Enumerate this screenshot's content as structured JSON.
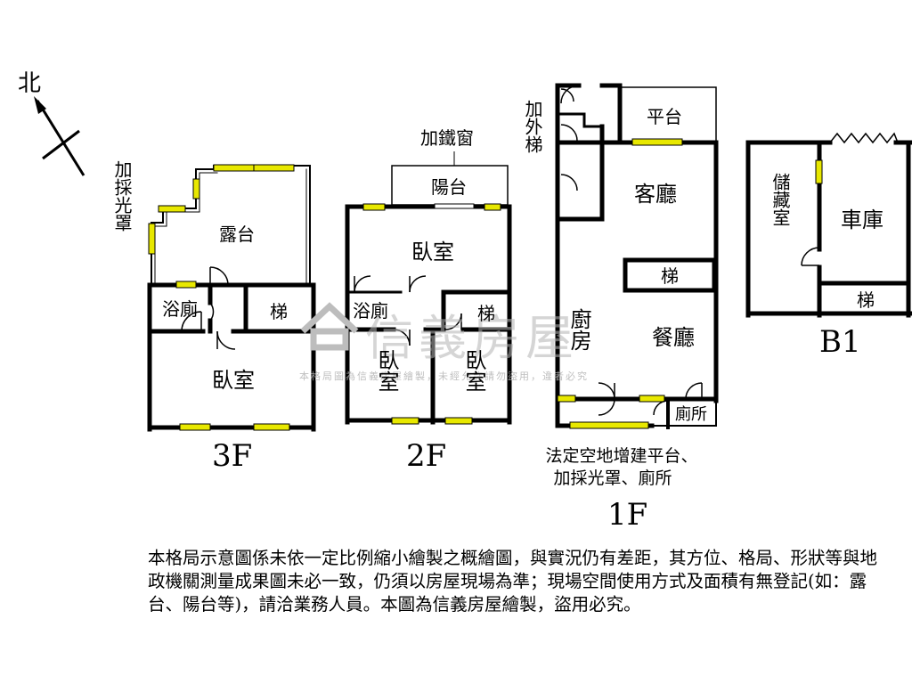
{
  "north": "北",
  "floor_labels": {
    "f3": "3F",
    "f2": "2F",
    "f1": "1F",
    "b1": "B1"
  },
  "f3": {
    "annotation": "加採光罩",
    "terrace": "露台",
    "bathroom": "浴廁",
    "stairs": "梯",
    "bedroom": "臥室"
  },
  "f2": {
    "annotation": "加鐵窗",
    "balcony": "陽台",
    "bedroom_main": "臥室",
    "bathroom": "浴廁",
    "stairs": "梯",
    "bedroom_a": "臥室",
    "bedroom_b": "臥室"
  },
  "f1": {
    "annotation_stairs": "加外梯",
    "platform": "平台",
    "living": "客廳",
    "stairs": "梯",
    "kitchen": "廚房",
    "dining": "餐廳",
    "toilet": "廁所",
    "note": [
      "法定空地增建平台、",
      "加採光罩、廁所"
    ]
  },
  "b1": {
    "storage": "儲藏室",
    "garage": "車庫",
    "stairs": "梯"
  },
  "watermark": {
    "brand": "信義房屋",
    "sub": "本格局圖為信義房屋繪製，未經允許請勿盜用，違者必究"
  },
  "disclaimer": "本格局示意圖係未依一定比例縮小繪製之概繪圖，與實況仍有差距，其方位、格局、形狀等與地政機關測量成果圖未必一致，仍須以房屋現場為準；現場空間使用方式及面積有無登記(如：露台、陽台等)，請洽業務人員。本圖為信義房屋繪製，盜用必究。"
}
